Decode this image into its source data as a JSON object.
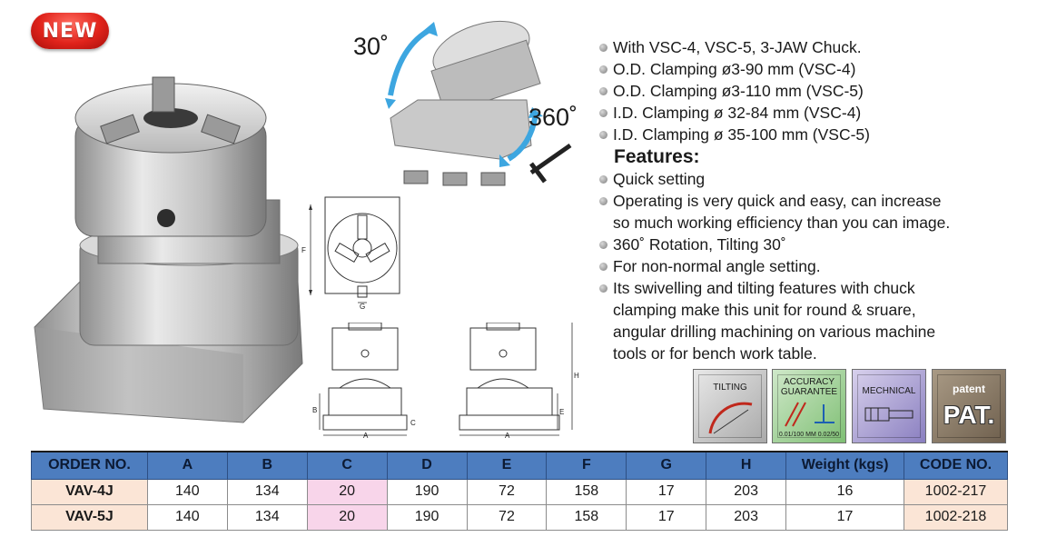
{
  "badge_new": "NEW",
  "angles": {
    "tilt": "30˚",
    "rotation": "360˚"
  },
  "specs": [
    "With VSC-4, VSC-5, 3-JAW Chuck.",
    "O.D. Clamping ø3-90 mm (VSC-4)",
    "O.D. Clamping ø3-110 mm (VSC-5)",
    "I.D. Clamping ø 32-84 mm (VSC-4)",
    "I.D. Clamping ø 35-100 mm (VSC-5)"
  ],
  "features_title": "Features:",
  "features": [
    "Quick setting",
    "Operating is very quick and easy, can increase\nso much working efficiency than you can image.",
    "360˚ Rotation, Tilting 30˚",
    "For non-normal angle setting.",
    "Its swivelling and tilting features with chuck\nclamping make this unit for round & sruare,\nangular drilling machining on various machine\ntools or for bench work table."
  ],
  "drawing_labels": {
    "f": "F",
    "g": "G",
    "h": "H",
    "b": "B",
    "c": "C",
    "a": "A",
    "e": "E"
  },
  "badges": {
    "tilting": "TILTING",
    "accuracy_line1": "ACCURACY",
    "accuracy_line2": "GUARANTEE",
    "accuracy_values": "0.01/100 MM  0.02/50",
    "mechnical": "MECHNICAL",
    "patent": "patent",
    "pat": "PAT."
  },
  "table": {
    "headers": [
      "ORDER NO.",
      "A",
      "B",
      "C",
      "D",
      "E",
      "F",
      "G",
      "H",
      "Weight (kgs)",
      "CODE NO."
    ],
    "rows": [
      [
        "VAV-4J",
        "140",
        "134",
        "20",
        "190",
        "72",
        "158",
        "17",
        "203",
        "16",
        "1002-217"
      ],
      [
        "VAV-5J",
        "140",
        "134",
        "20",
        "190",
        "72",
        "158",
        "17",
        "203",
        "17",
        "1002-218"
      ]
    ]
  }
}
